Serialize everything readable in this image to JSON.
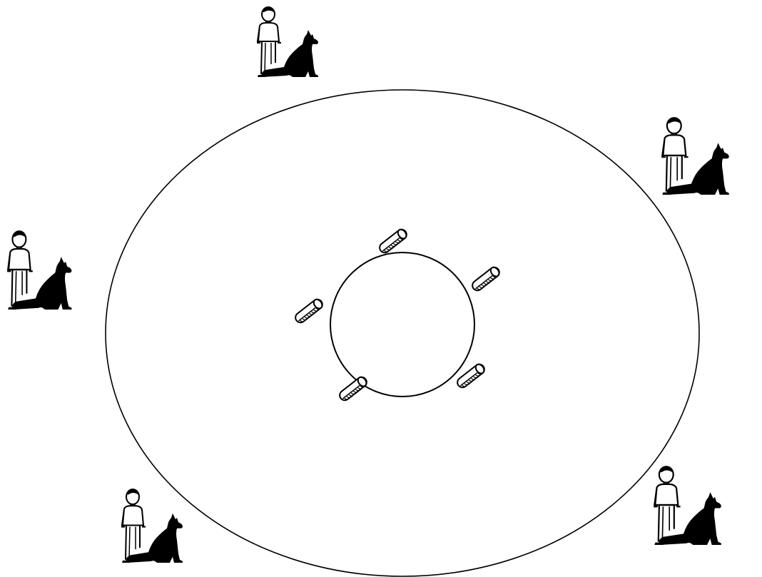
{
  "diagram": {
    "background": "#ffffff",
    "stroke_color": "#000000",
    "silhouette_color": "#000000",
    "fill_color": "#ffffff",
    "shapes": {
      "outer_ring": "ellipse",
      "inner_ring": "circle"
    },
    "handlers": [
      {
        "name": "handler-top",
        "figures": [
          "person-icon",
          "dog-icon"
        ],
        "dog_side": "right"
      },
      {
        "name": "handler-upper-right",
        "figures": [
          "person-icon",
          "dog-icon"
        ],
        "dog_side": "right"
      },
      {
        "name": "handler-left",
        "figures": [
          "person-icon",
          "dog-icon"
        ],
        "dog_side": "right"
      },
      {
        "name": "handler-lower-left",
        "figures": [
          "person-icon",
          "dog-icon"
        ],
        "dog_side": "right"
      },
      {
        "name": "handler-lower-right",
        "figures": [
          "person-icon",
          "dog-icon"
        ],
        "dog_side": "right"
      }
    ],
    "tubes": [
      {
        "name": "tube-top",
        "icon": "tube-icon"
      },
      {
        "name": "tube-right",
        "icon": "tube-icon"
      },
      {
        "name": "tube-left",
        "icon": "tube-icon"
      },
      {
        "name": "tube-bottom-left",
        "icon": "tube-icon"
      },
      {
        "name": "tube-bottom-right",
        "icon": "tube-icon"
      }
    ]
  }
}
